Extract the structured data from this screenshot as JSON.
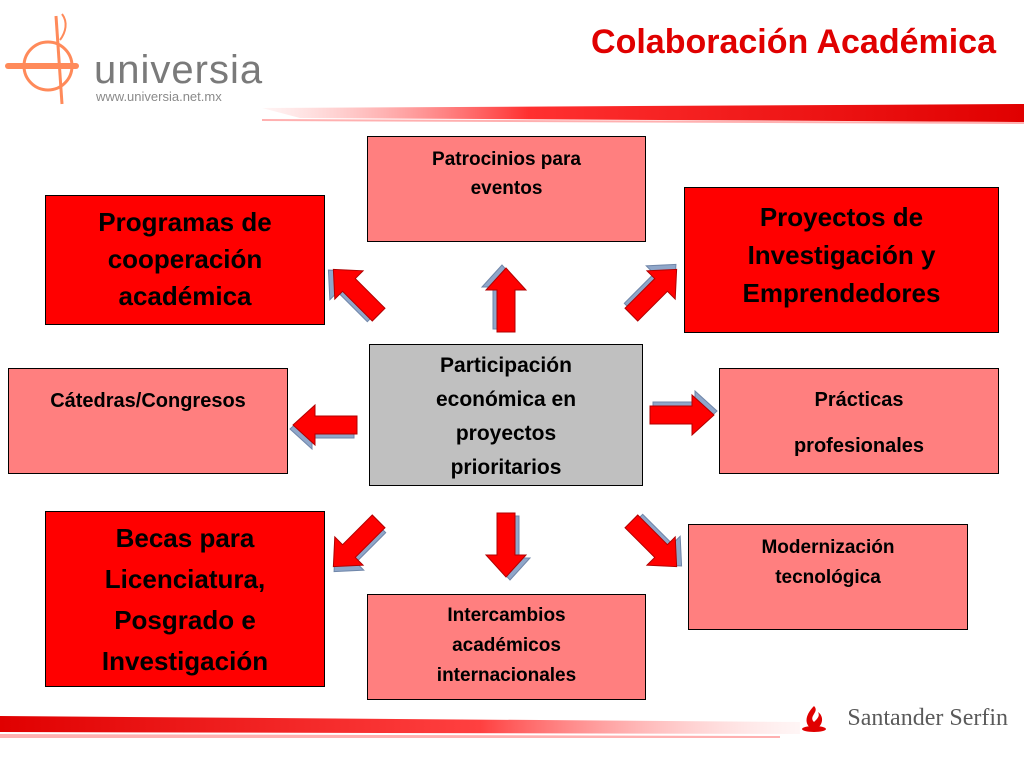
{
  "header": {
    "logo_word": "universia",
    "logo_url": "www.universia.net.mx",
    "title": "Colaboración Académica"
  },
  "center": {
    "lines": [
      "Participación",
      "económica en",
      "proyectos",
      "prioritarios"
    ]
  },
  "boxes": {
    "patrocinios": [
      "Patrocinios para",
      "eventos"
    ],
    "programas": [
      "Programas de",
      "cooperación",
      "académica"
    ],
    "proyectos": [
      "Proyectos de",
      "Investigación y",
      "Emprendedores"
    ],
    "catedras": [
      "Cátedras/Congresos"
    ],
    "practicas": [
      "Prácticas",
      "profesionales"
    ],
    "becas": [
      "Becas para",
      "Licenciatura,",
      "Posgrado e",
      "Investigación"
    ],
    "modernizacion": [
      "Modernización",
      "tecnológica"
    ],
    "intercambios": [
      "Intercambios",
      "académicos",
      "internacionales"
    ]
  },
  "footer": {
    "brand": "Santander Serfin"
  },
  "colors": {
    "accent_red": "#e00000",
    "box_red": "#ff0000",
    "box_pink": "#ff7f7f",
    "center_gray": "#c0c0c0",
    "arrow_red": "#ff0000",
    "arrow_shadow": "#8fa6c9"
  }
}
